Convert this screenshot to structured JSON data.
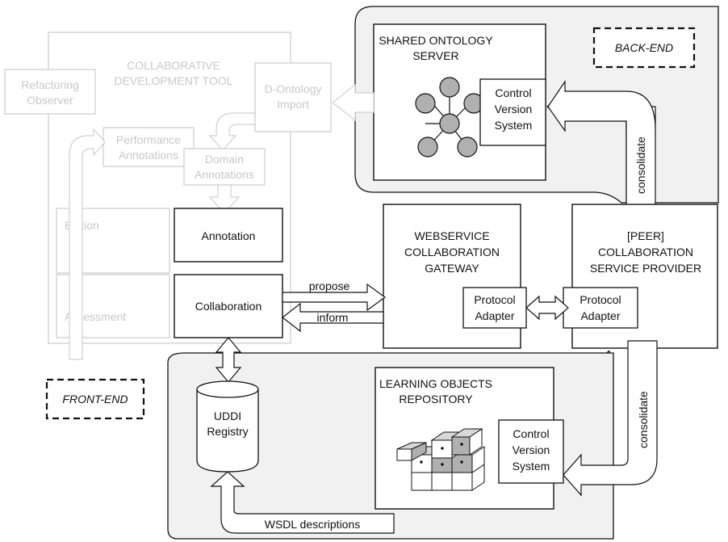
{
  "front_end": {
    "label": "FRONT-END",
    "tool_title": [
      "COLLABORATIVE",
      "DEVELOPMENT TOOL"
    ],
    "refactoring_observer": [
      "Refactoring",
      "Observer"
    ],
    "d_ontology_import": [
      "D-Ontology",
      "Import"
    ],
    "performance_annotations": [
      "Performance",
      "Annotations"
    ],
    "domain_annotations": [
      "Domain",
      "Annotations"
    ],
    "edition": "Edition",
    "assessment": "Assessment",
    "annotation": "Annotation",
    "collaboration": "Collaboration"
  },
  "back_end": {
    "label": "BACK-END",
    "shared_ontology_server": [
      "SHARED ONTOLOGY",
      "SERVER"
    ],
    "control_version_system_top": [
      "Control",
      "Version",
      "System"
    ],
    "consolidate_top": "consolidate",
    "consolidate_bottom": "consolidate",
    "learning_objects_repository": [
      "LEARNING OBJECTS",
      "REPOSITORY"
    ],
    "control_version_system_bottom": [
      "Control",
      "Version",
      "System"
    ]
  },
  "gateway": {
    "title": [
      "WEBSERVICE",
      "COLLABORATION",
      "GATEWAY"
    ],
    "protocol_adapter": [
      "Protocol",
      "Adapter"
    ]
  },
  "peer": {
    "title": [
      "[PEER]",
      "COLLABORATION",
      "SERVICE PROVIDER"
    ],
    "protocol_adapter": [
      "Protocol",
      "Adapter"
    ]
  },
  "links": {
    "propose": "propose",
    "inform": "inform",
    "wsdl_descriptions": "WSDL descriptions"
  },
  "uddi": [
    "UDDI",
    "Registry"
  ],
  "colors": {
    "line": "#111111",
    "faded": "#cfcfcf",
    "region_fill": "#f1f1f1",
    "node_fill": "#b0b0b0"
  }
}
